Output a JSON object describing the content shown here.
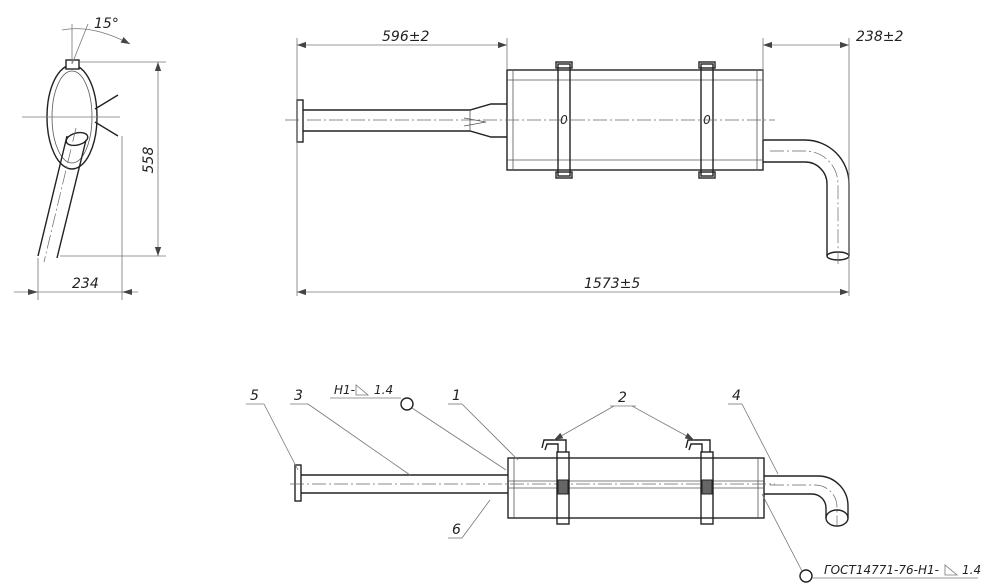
{
  "dimensions": {
    "angle": "15°",
    "side_height": "558",
    "side_width": "234",
    "inlet_length": "596±2",
    "outlet_length": "238±2",
    "overall_length": "1573±5"
  },
  "callouts": {
    "p1": "1",
    "p2": "2",
    "p3": "3",
    "p4": "4",
    "p5": "5",
    "p6": "6"
  },
  "weld_notes": {
    "upper_prefix": "Н1-",
    "upper_size": "1.4",
    "lower_prefix": "ГОСТ14771-76-Н1-",
    "lower_size": "1.4"
  },
  "clamp_marks": {
    "left": "0",
    "right": "0"
  }
}
